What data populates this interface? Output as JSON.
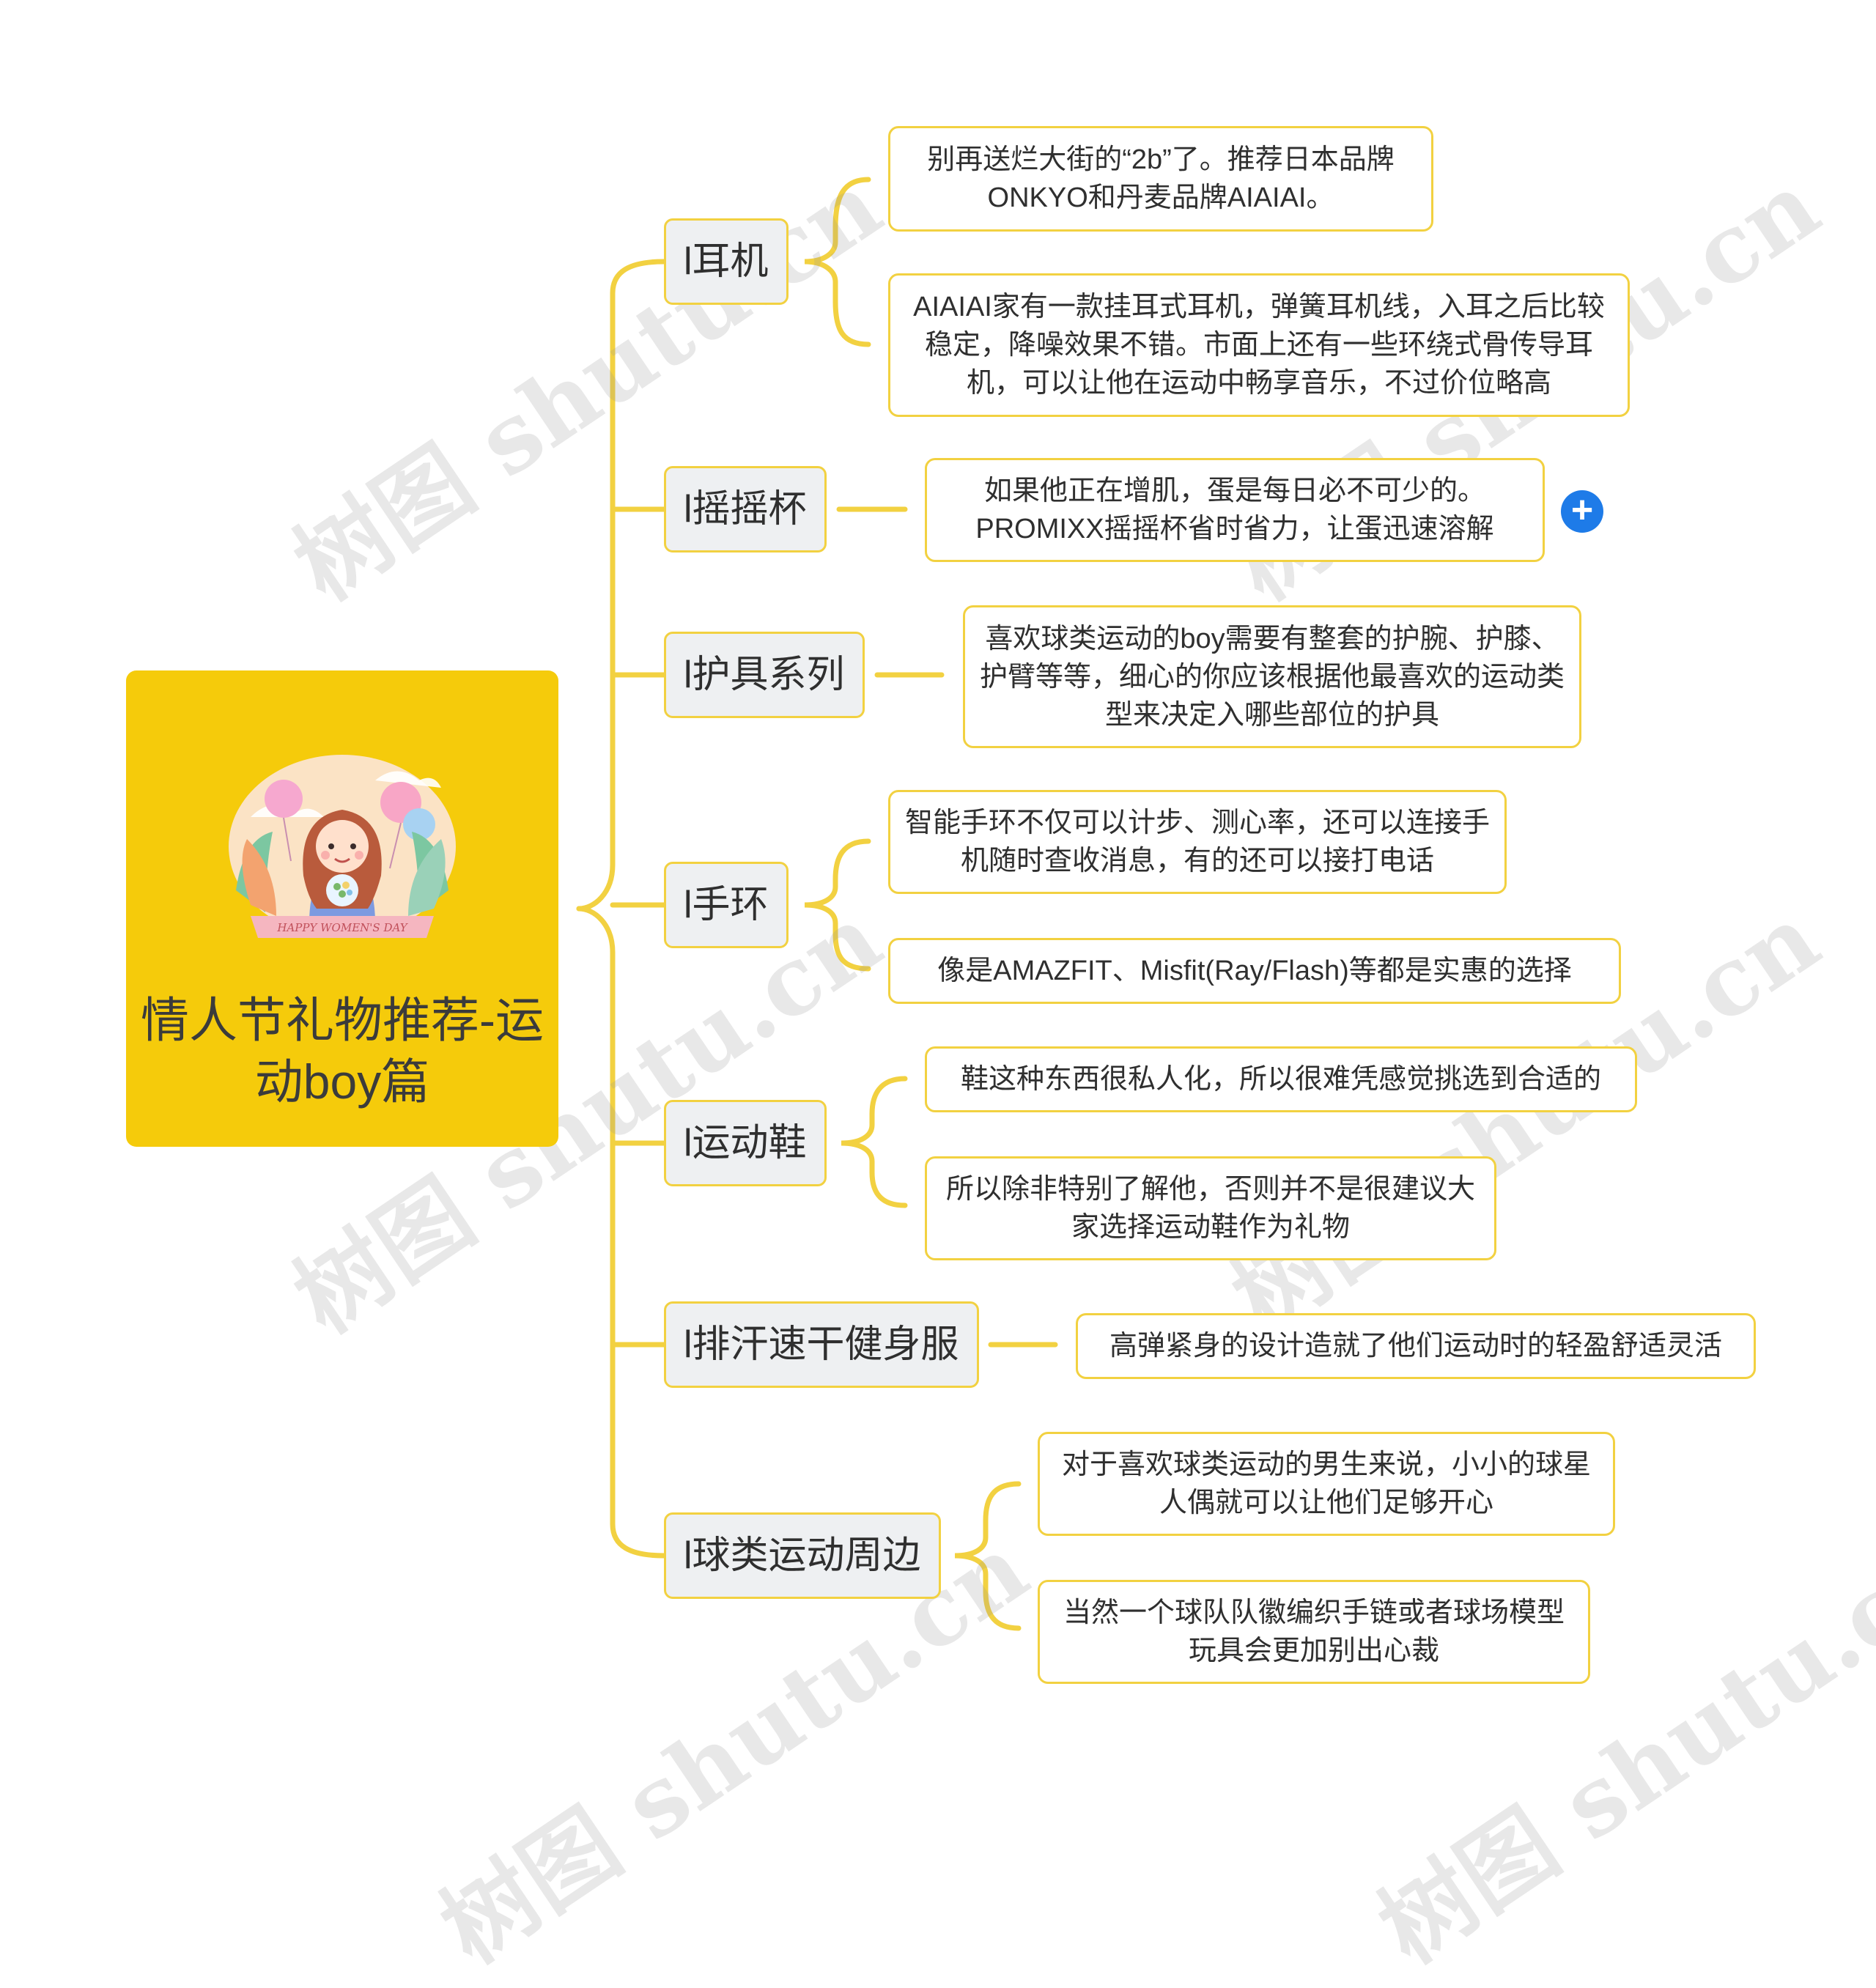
{
  "root": {
    "title": "情人节礼物推荐-运动boy篇",
    "illustration_text": "HAPPY WOMEN'S DAY"
  },
  "branches": [
    {
      "label": "l耳机",
      "children": [
        "别再送烂大街的“2b”了。推荐日本品牌ONKYO和丹麦品牌AIAIAI。",
        "AIAIAI家有一款挂耳式耳机，弹簧耳机线，入耳之后比较稳定，降噪效果不错。市面上还有一些环绕式骨传导耳机，可以让他在运动中畅享音乐，不过价位略高"
      ]
    },
    {
      "label": "l摇摇杯",
      "children": [
        "如果他正在增肌，蛋是每日必不可少的。PROMIXX摇摇杯省时省力，让蛋迅速溶解"
      ]
    },
    {
      "label": "l护具系列",
      "children": [
        "喜欢球类运动的boy需要有整套的护腕、护膝、护臂等等，细心的你应该根据他最喜欢的运动类型来决定入哪些部位的护具"
      ]
    },
    {
      "label": "l手环",
      "children": [
        "智能手环不仅可以计步、测心率，还可以连接手机随时查收消息，有的还可以接打电话",
        "像是AMAZFIT、Misfit(Ray/Flash)等都是实惠的选择"
      ]
    },
    {
      "label": "l运动鞋",
      "children": [
        "鞋这种东西很私人化，所以很难凭感觉挑选到合适的",
        "所以除非特别了解他，否则并不是很建议大家选择运动鞋作为礼物"
      ]
    },
    {
      "label": "l排汗速干健身服",
      "children": [
        "高弹紧身的设计造就了他们运动时的轻盈舒适灵活"
      ]
    },
    {
      "label": "l球类运动周边",
      "children": [
        "对于喜欢球类运动的男生来说，小小的球星人偶就可以让他们足够开心",
        "当然一个球队队徽编织手链或者球场模型玩具会更加别出心裁"
      ]
    }
  ],
  "watermark": "树图 shutu.cn",
  "colors": {
    "root": "#f5cb0b",
    "branch_fill": "#eef0f2",
    "border": "#f2d141",
    "connector": "#f2d141",
    "plus": "#1e7be8"
  }
}
